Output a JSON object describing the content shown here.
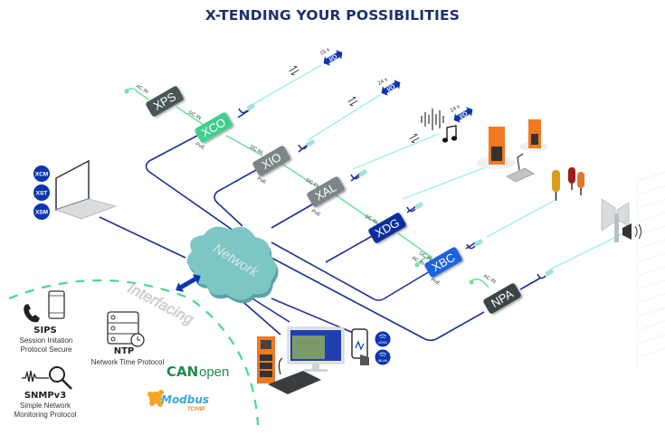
{
  "title": "X-TENDING YOUR POSSIBILITIES",
  "modules": [
    {
      "id": "xps",
      "label": "XPS",
      "color": "#4a5557"
    },
    {
      "id": "xco",
      "label": "XCO",
      "color": "#3fcf8e"
    },
    {
      "id": "xio",
      "label": "XIO",
      "color": "#7b8587"
    },
    {
      "id": "xal",
      "label": "XAL",
      "color": "#7b8587"
    },
    {
      "id": "xdg",
      "label": "XDG",
      "color": "#0b2f9a"
    },
    {
      "id": "xbc",
      "label": "XBC",
      "color": "#1f63e0"
    },
    {
      "id": "npa",
      "label": "NPA",
      "color": "#3a4446"
    }
  ],
  "ports": {
    "ac_in": "AC IN",
    "dc_in": "DC IN",
    "poe": "PoE"
  },
  "io_badges": [
    {
      "count": "15 x",
      "label": "I/O"
    },
    {
      "count": "24 x",
      "label": "I/O"
    },
    {
      "count": "24 x",
      "label": "I/O"
    }
  ],
  "network": {
    "label": "Network"
  },
  "laptop_badges": [
    "XCM",
    "XST",
    "XSM"
  ],
  "interfacing_label": "Interfacing",
  "protocols": [
    {
      "id": "sips",
      "name": "SIPS",
      "description": "Session Initation Protocol Secure"
    },
    {
      "id": "ntp",
      "name": "NTP",
      "description": "Network Time Protocol"
    },
    {
      "id": "snmp",
      "name": "SNMPv3",
      "description": "Simple Network Monitoring Protocol"
    }
  ],
  "logos": {
    "canopen_bold": "CAN",
    "canopen_light": "open",
    "modbus": "Modbus",
    "modbus_sub": "TCP/IP"
  },
  "wireless_badges": [
    "4G/5G",
    "WLAN"
  ],
  "colors": {
    "title": "#1d2f6f",
    "network_line": "#1f2f9a",
    "dc_line": "#6fe3a0",
    "io_line": "#9ff0ea",
    "cloud": "#7cc6c6",
    "accent_blue": "#0b36b0",
    "green_dash": "#44dd88",
    "device_orange": "#f07a22"
  }
}
